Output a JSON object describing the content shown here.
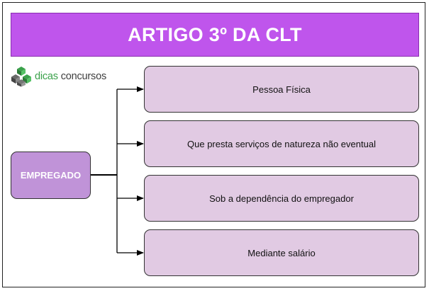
{
  "header": {
    "title": "ARTIGO 3º DA CLT",
    "bg_color": "#bf55ec"
  },
  "logo": {
    "part1": "dicas",
    "part2": "concursos",
    "icon": "cube-cluster-icon"
  },
  "root": {
    "label": "EMPREGADO",
    "bg_color": "#c093d8"
  },
  "items": [
    {
      "label": "Pessoa Física"
    },
    {
      "label": "Que presta serviços de natureza não eventual"
    },
    {
      "label": "Sob a dependência do empregador"
    },
    {
      "label": "Mediante salário"
    }
  ],
  "item_color": "#e1cae3"
}
